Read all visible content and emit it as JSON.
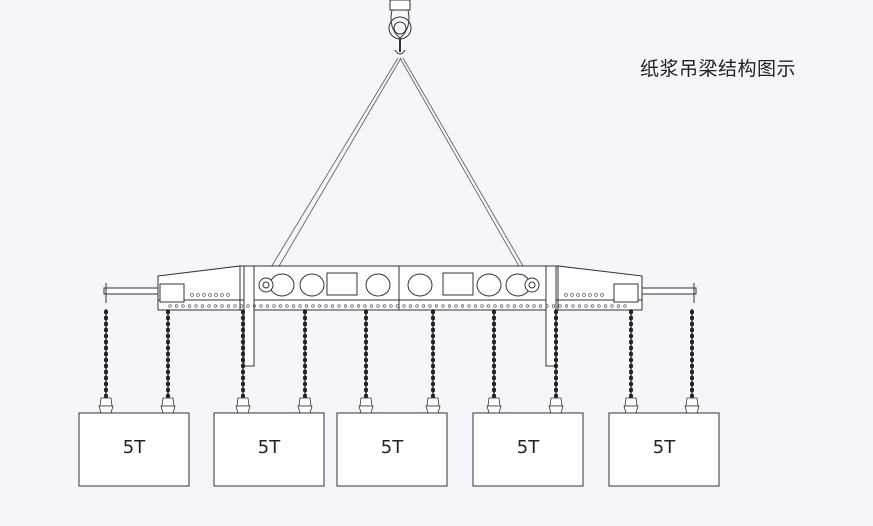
{
  "title": "纸浆吊梁结构图示",
  "blocks": [
    {
      "label": "5T"
    },
    {
      "label": "5T"
    },
    {
      "label": "5T"
    },
    {
      "label": "5T"
    },
    {
      "label": "5T"
    }
  ]
}
